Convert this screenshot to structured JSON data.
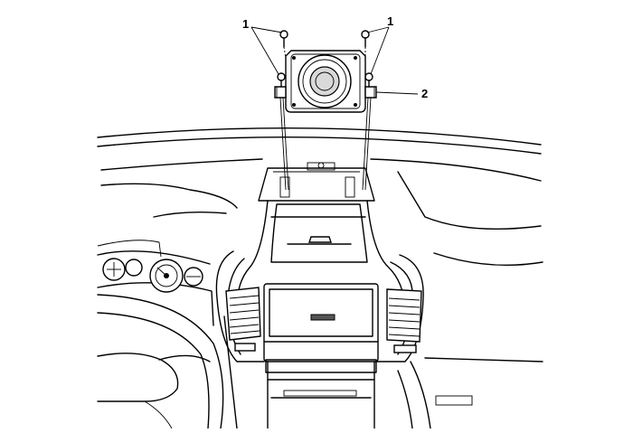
{
  "callouts": {
    "screws_left": "1",
    "screws_right": "1",
    "bracket": "2"
  }
}
